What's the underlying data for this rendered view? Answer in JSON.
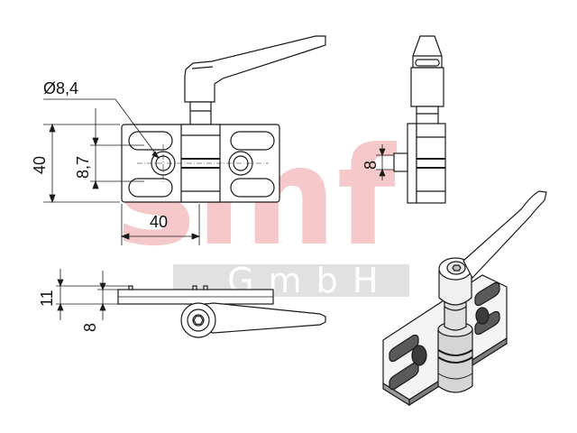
{
  "colors": {
    "line": "#1a1a1a",
    "fill_light": "#f2f2f2",
    "fill_mid": "#d9d9d9",
    "fill_dark": "#9a9a9a",
    "watermark_red": "#f2b8b8",
    "watermark_grey": "#dcdcdc"
  },
  "dimensions": {
    "hole_diameter": "Ø8,4",
    "plate_height": "40",
    "hole_offset": "8,7",
    "plate_width": "40",
    "side_thickness": "8",
    "side_height": "11",
    "bottom_offset": "8"
  },
  "watermark": {
    "logo_text": "smf",
    "company_text": "G m b H"
  }
}
